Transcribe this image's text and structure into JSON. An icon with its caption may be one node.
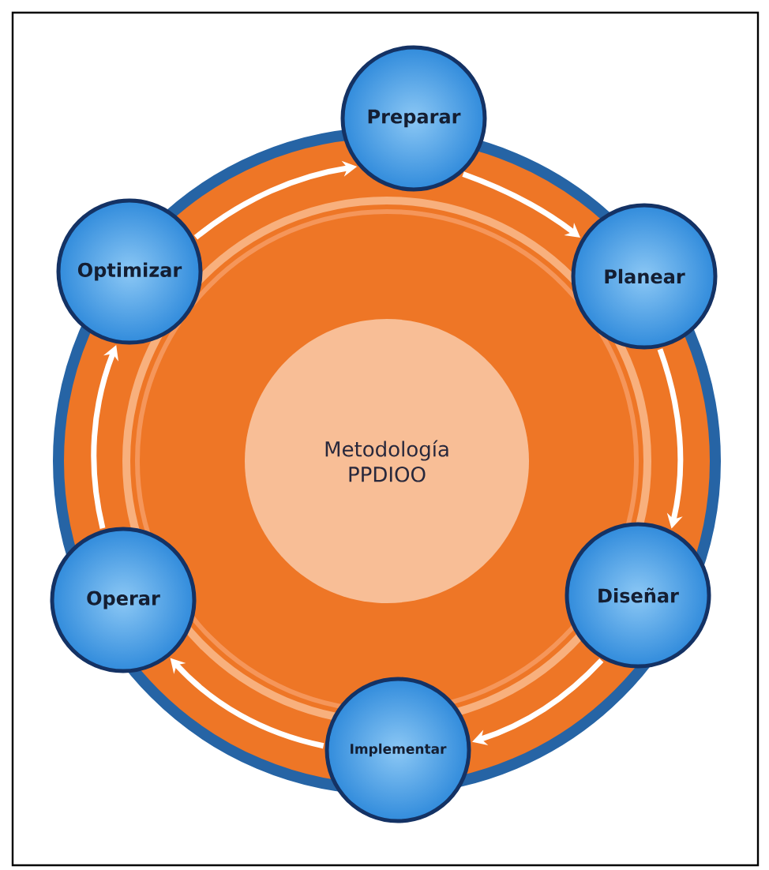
{
  "diagram": {
    "nodes": [
      {
        "text": [
          "Metodología PPDIOO"
        ]
      },
      {
        "text": [
          "Preparar"
        ]
      },
      {
        "text": [
          "Planear"
        ]
      },
      {
        "text": [
          "Diseñar"
        ]
      },
      {
        "text": [
          "Implementar"
        ]
      },
      {
        "text": [
          "Operar"
        ]
      },
      {
        "text": [
          "Optimizar"
        ]
      }
    ],
    "edges": [
      {
        "from": 1,
        "to": 2,
        "arrow": "to"
      },
      {
        "from": 2,
        "to": 3,
        "arrow": "to"
      },
      {
        "from": 3,
        "to": 4,
        "arrow": "to"
      },
      {
        "from": 4,
        "to": 5,
        "arrow": "to"
      },
      {
        "from": 5,
        "to": 6,
        "arrow": "to"
      },
      {
        "from": 6,
        "to": 1,
        "arrow": "to"
      }
    ]
  }
}
